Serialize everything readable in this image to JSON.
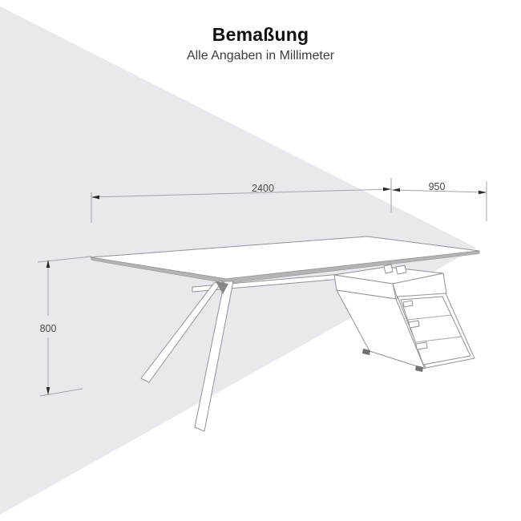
{
  "header": {
    "title": "Bemaßung",
    "subtitle": "Alle Angaben in Millimeter"
  },
  "dimensions": {
    "width_mm": {
      "label": "2400"
    },
    "depth_mm": {
      "label": "950"
    },
    "height_mm": {
      "label": "800"
    }
  },
  "colors": {
    "background_wedge": "#e9e9ed",
    "sketch_line": "#8f9496",
    "dimension_line": "#a0a5a9",
    "edge_band": "#b2b4b6",
    "label_text": "#4a4a4a"
  }
}
